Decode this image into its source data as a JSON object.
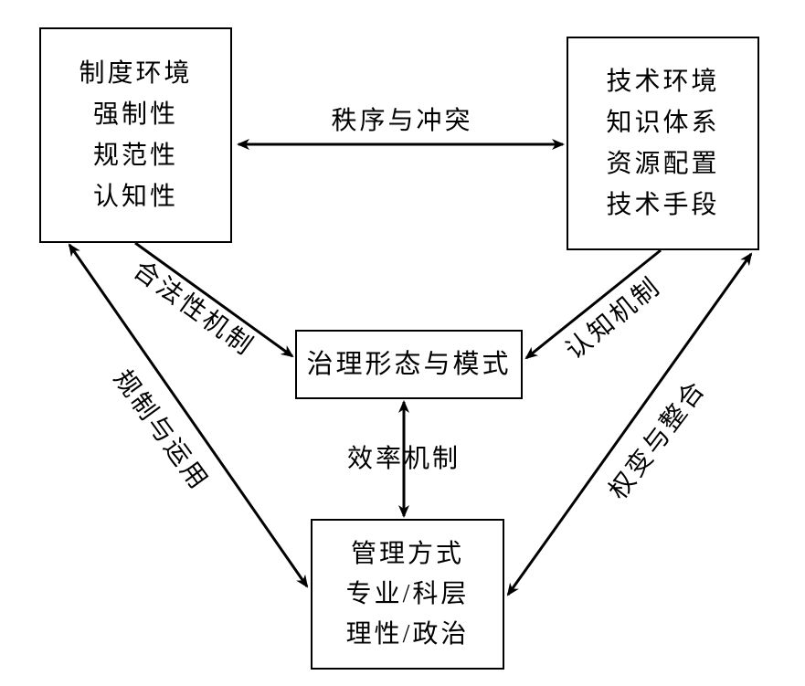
{
  "diagram": {
    "background_color": "#ffffff",
    "line_color": "#000000",
    "boxes": {
      "institution": {
        "lines": [
          "制度环境",
          "强制性",
          "规范性",
          "认知性"
        ]
      },
      "technology": {
        "lines": [
          "技术环境",
          "知识体系",
          "资源配置",
          "技术手段"
        ]
      },
      "governance": {
        "label": "治理形态与模式"
      },
      "management": {
        "lines": [
          "管理方式",
          "专业/科层",
          "理性/政治"
        ]
      }
    },
    "edges": {
      "order_conflict": {
        "label": "秩序与冲突",
        "from": "institution",
        "to": "technology",
        "double_headed": true
      },
      "legitimacy": {
        "label": "合法性机制",
        "from": "institution",
        "to": "governance",
        "double_headed": false
      },
      "cognition": {
        "label": "认知机制",
        "from": "technology",
        "to": "governance",
        "double_headed": false
      },
      "efficiency": {
        "label": "效率机制",
        "from": "governance",
        "to": "management",
        "double_headed": true
      },
      "regulation": {
        "label": "规制与运用",
        "from": "institution",
        "to": "management",
        "double_headed": true
      },
      "contingency": {
        "label": "权变与整合",
        "from": "technology",
        "to": "management",
        "double_headed": true
      }
    }
  }
}
